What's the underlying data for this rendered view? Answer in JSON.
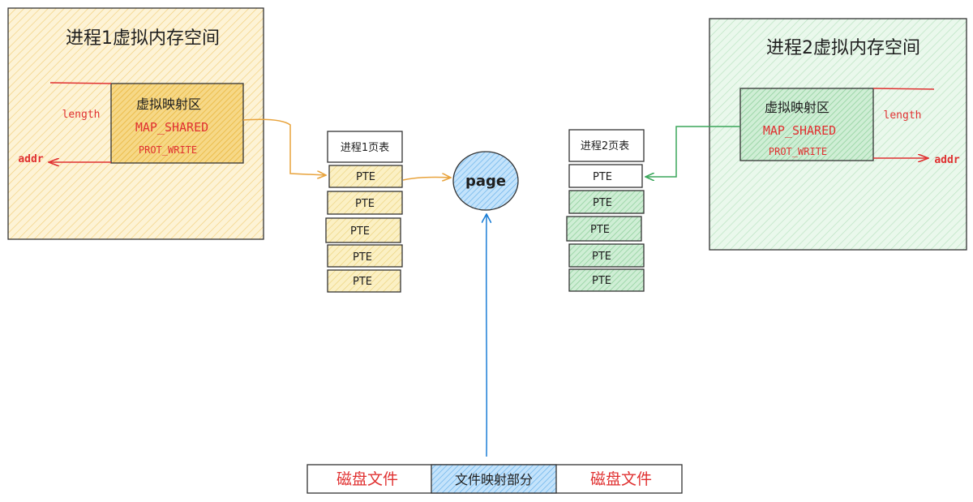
{
  "process1": {
    "title": "进程1虚拟内存空间",
    "region": {
      "title": "虚拟映射区",
      "flag": "MAP_SHARED",
      "prot": "PROT_WRITE"
    },
    "length_label": "length",
    "addr_label": "addr"
  },
  "process2": {
    "title": "进程2虚拟内存空间",
    "region": {
      "title": "虚拟映射区",
      "flag": "MAP_SHARED",
      "prot": "PROT_WRITE"
    },
    "length_label": "length",
    "addr_label": "addr"
  },
  "pagetable1": {
    "title": "进程1页表",
    "entries": [
      "PTE",
      "PTE",
      "PTE",
      "PTE",
      "PTE"
    ]
  },
  "pagetable2": {
    "title": "进程2页表",
    "entries": [
      "PTE",
      "PTE",
      "PTE",
      "PTE",
      "PTE"
    ]
  },
  "page": {
    "label": "page"
  },
  "file": {
    "left": "磁盘文件",
    "middle": "文件映射部分",
    "right": "磁盘文件"
  },
  "colors": {
    "orange": "#e8a33c",
    "orange_fill": "#f7dc8b",
    "green": "#3aa65a",
    "green_fill": "#c9eccf",
    "red": "#e03131",
    "blue": "#1c7ed6",
    "blue_fill": "#a5d8ff"
  }
}
